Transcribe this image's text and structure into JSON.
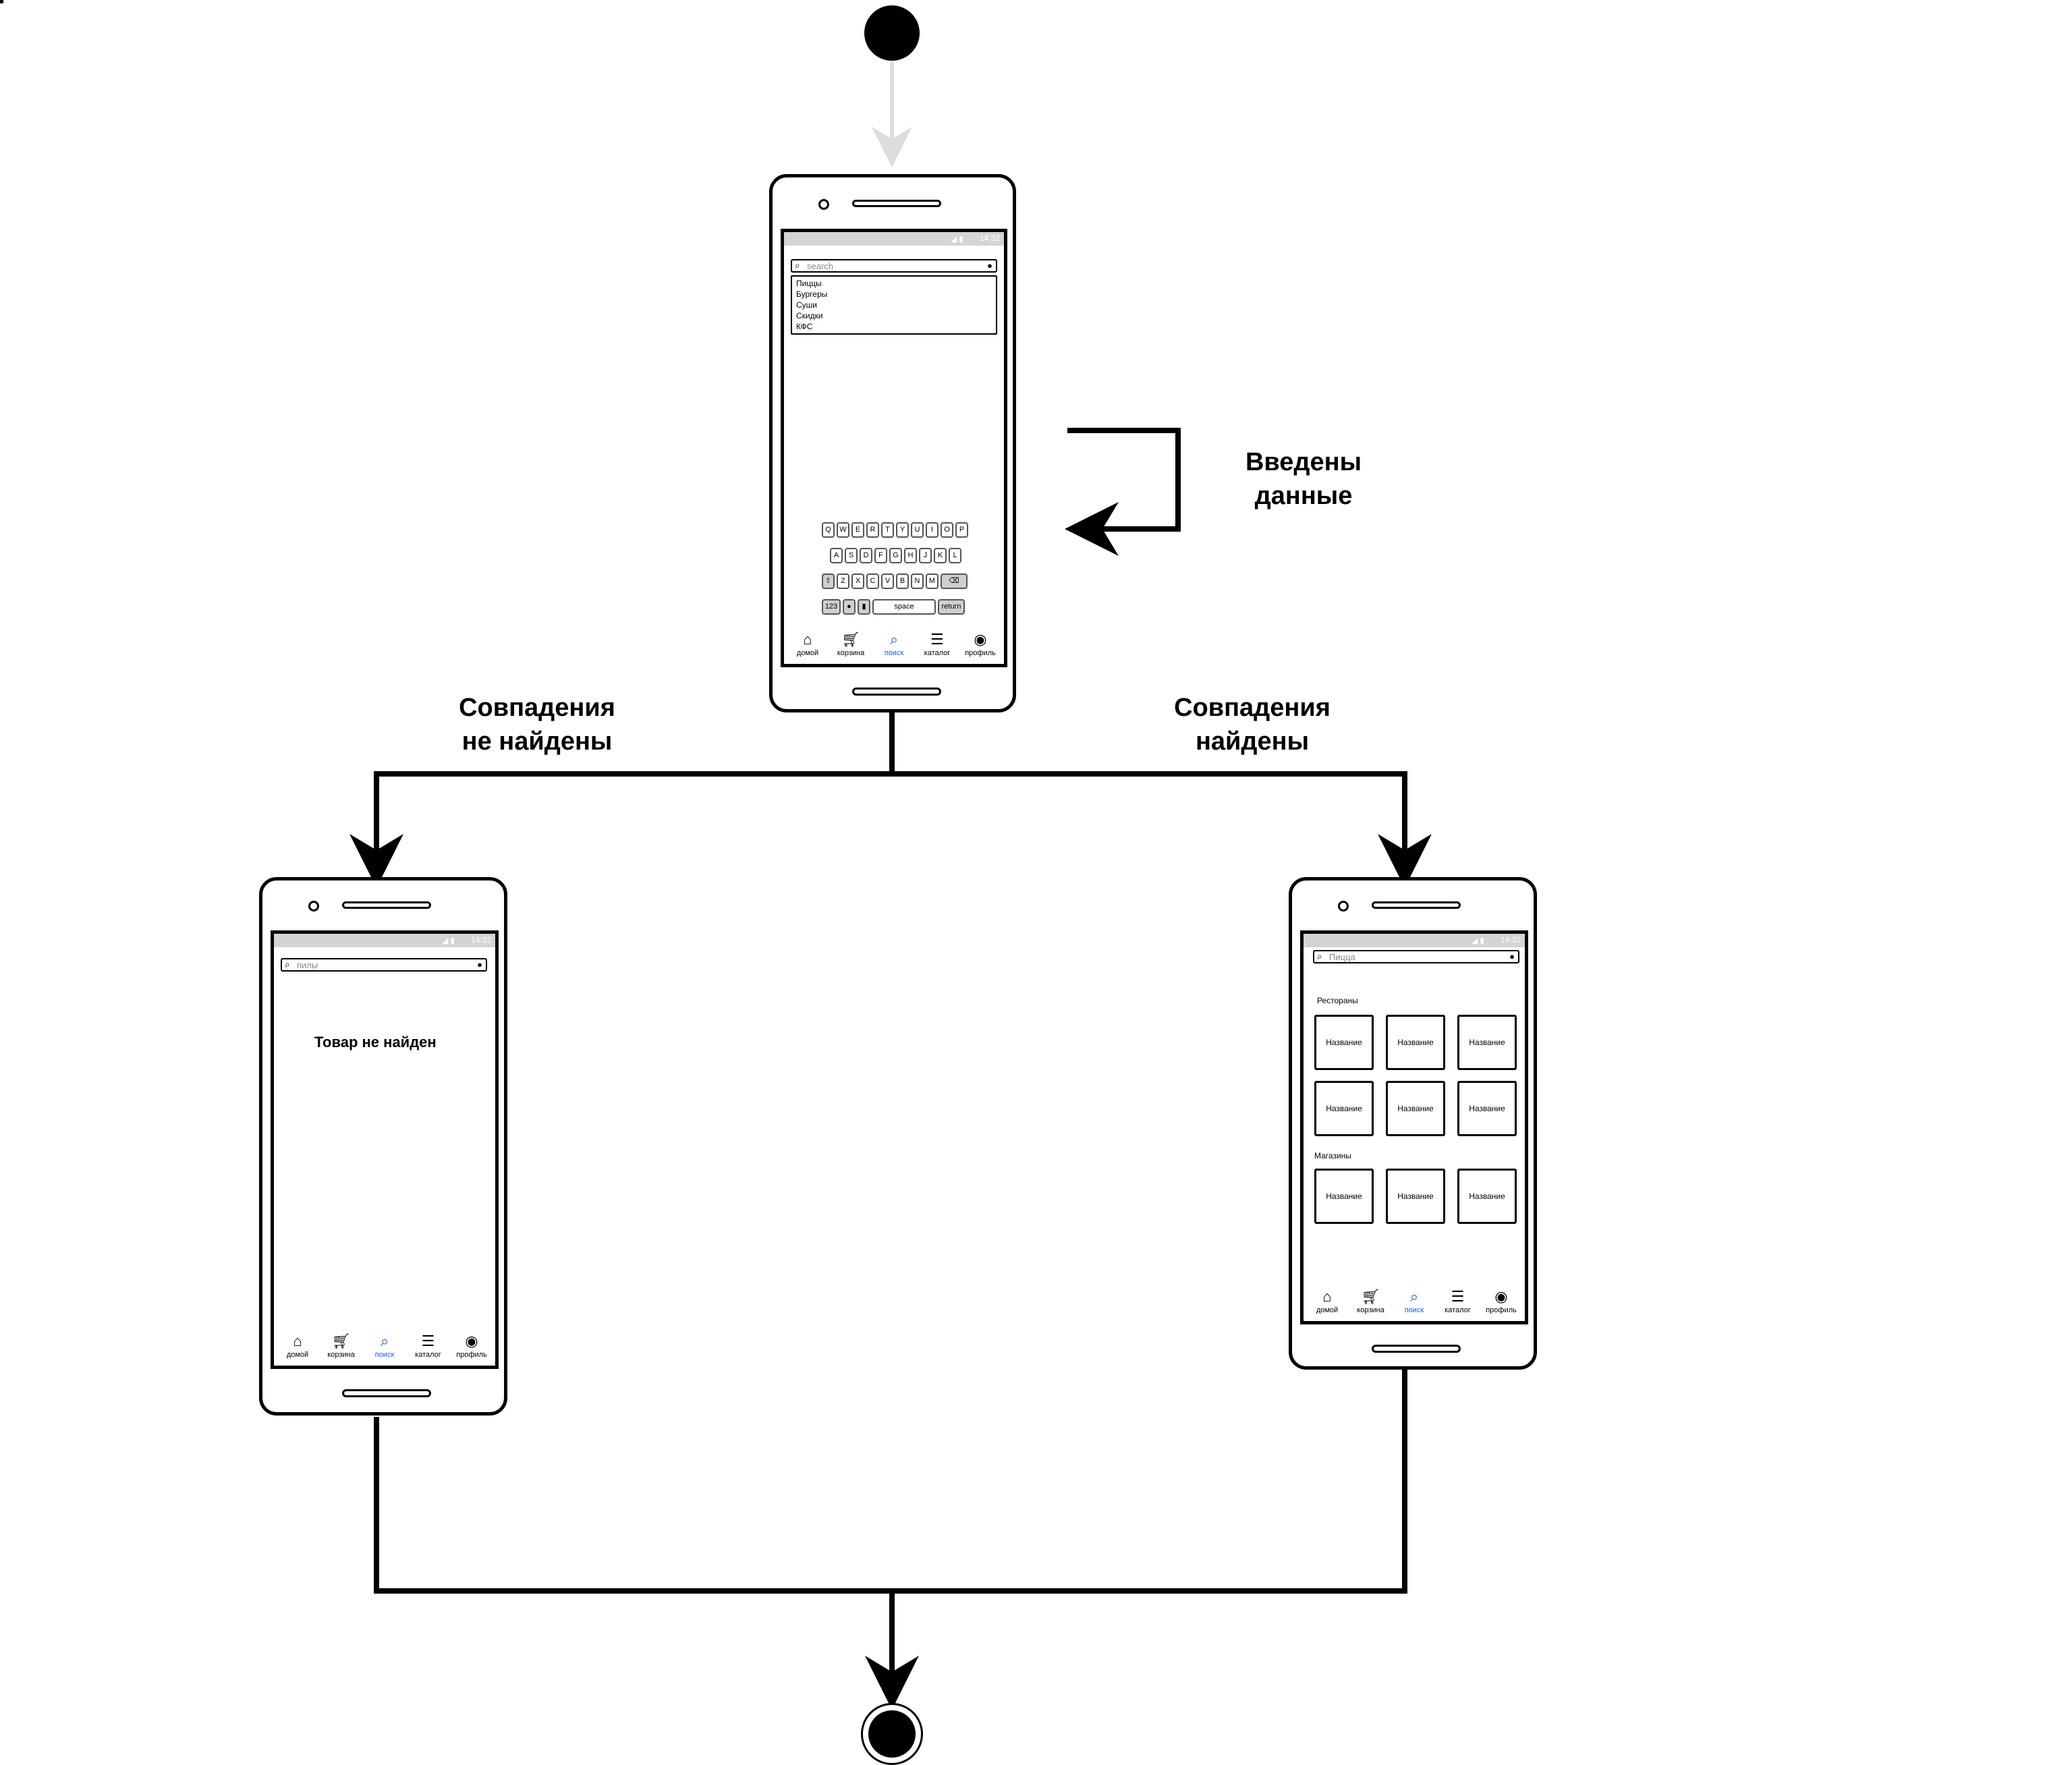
{
  "labels": {
    "data_entered": [
      "Введены",
      "данные"
    ],
    "not_found": [
      "Совпадения",
      "не найдены"
    ],
    "found": [
      "Совпадения",
      "найдены"
    ]
  },
  "tabs": [
    {
      "label": "домой",
      "icon": "home-icon"
    },
    {
      "label": "корзина",
      "icon": "cart-icon"
    },
    {
      "label": "поиск",
      "icon": "search-icon",
      "active": true
    },
    {
      "label": "каталог",
      "icon": "menu-icon"
    },
    {
      "label": "профиль",
      "icon": "profile-icon"
    }
  ],
  "phone_top": {
    "search_placeholder": "search",
    "suggestions": [
      "Пиццы",
      "Бургеры",
      "Суши",
      "Скидки",
      "КФС"
    ],
    "keyboard": {
      "row1": [
        "Q",
        "W",
        "E",
        "R",
        "T",
        "Y",
        "U",
        "I",
        "O",
        "P"
      ],
      "row2": [
        "A",
        "S",
        "D",
        "F",
        "G",
        "H",
        "J",
        "K",
        "L"
      ],
      "row3": [
        "Z",
        "X",
        "C",
        "V",
        "B",
        "N",
        "M"
      ],
      "num_key": "123",
      "space_key": "space",
      "return_key": "return"
    }
  },
  "phone_left": {
    "search_text": "пилы",
    "message": "Товар не найден"
  },
  "phone_right": {
    "search_text": "Пицца",
    "section_restaurants": "Рестораны",
    "section_shops": "Магазины",
    "card_label": "Название"
  },
  "colors": {
    "line": "#000000",
    "start_arrow": "#dddddd",
    "active_tab": "#1a5bd6"
  }
}
